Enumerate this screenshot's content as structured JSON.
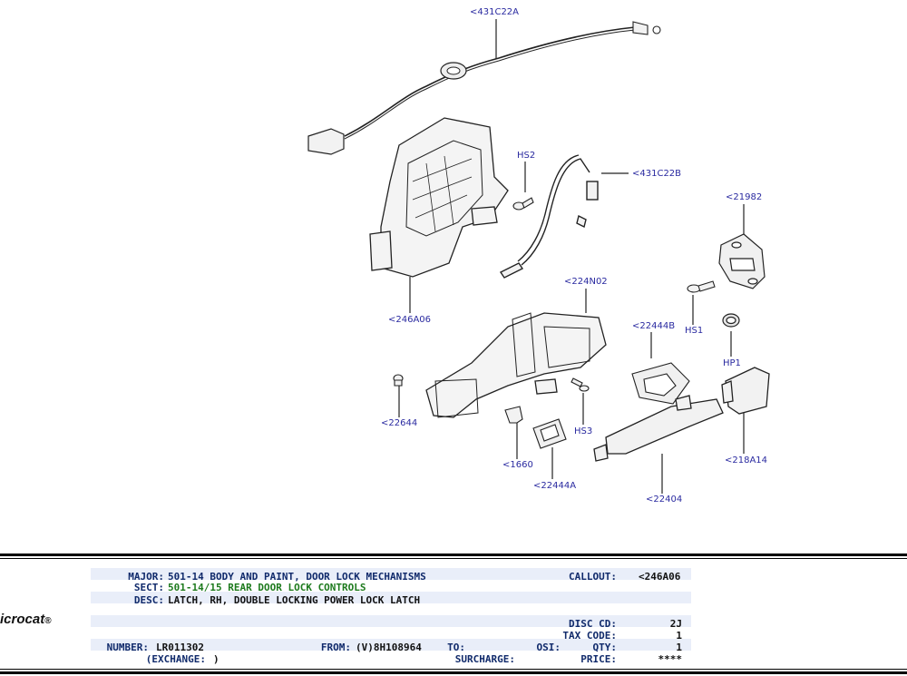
{
  "diagram": {
    "callouts": [
      "<431C22A",
      "<431C22B",
      "HS2",
      "<21982",
      "<246A06",
      "<224N02",
      "<22444B",
      "HS1",
      "HP1",
      "<22644",
      "HS3",
      "<1660",
      "<22444A",
      "<22404",
      "<218A14"
    ]
  },
  "logo": {
    "text": "icrocat",
    "mark": "®"
  },
  "info": {
    "major_label": "MAJOR:",
    "major_value": "501-14  BODY AND PAINT, DOOR LOCK MECHANISMS",
    "sect_label": "SECT:",
    "sect_value": "501-14/15  REAR DOOR LOCK CONTROLS",
    "desc_label": "DESC:",
    "desc_value": "LATCH, RH, DOUBLE LOCKING POWER LOCK LATCH",
    "callout_label": "CALLOUT:",
    "callout_value": "<246A06",
    "disc_label": "DISC CD:",
    "disc_value": "2J",
    "tax_label": "TAX CODE:",
    "tax_value": "1",
    "qty_label": "QTY:",
    "qty_value": "1",
    "price_label": "PRICE:",
    "price_value": "****",
    "number_label": "NUMBER:",
    "number_value": "LR011302",
    "exchange_label": "(EXCHANGE:",
    "exchange_value": ")",
    "from_label": "FROM:",
    "from_value": "(V)8H108964",
    "to_label": "TO:",
    "to_value": "",
    "osi_label": "OSI:",
    "osi_value": "",
    "surcharge_label": "SURCHARGE:",
    "surcharge_value": ""
  }
}
